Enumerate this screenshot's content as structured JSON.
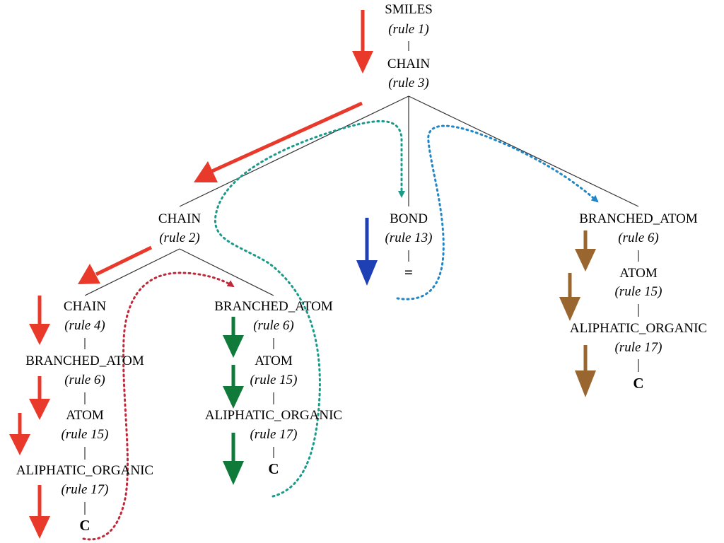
{
  "nodes": {
    "smiles": {
      "label": "SMILES",
      "rule": "(rule 1)"
    },
    "chain_root": {
      "label": "CHAIN",
      "rule": "(rule 3)"
    },
    "chain_mid": {
      "label": "CHAIN",
      "rule": "(rule 2)"
    },
    "bond": {
      "label": "BOND",
      "rule": "(rule 13)",
      "leaf": "="
    },
    "branched_right": {
      "label": "BRANCHED_ATOM",
      "rule": "(rule 6)"
    },
    "atom_right": {
      "label": "ATOM",
      "rule": "(rule 15)"
    },
    "aliph_right": {
      "label": "ALIPHATIC_ORGANIC",
      "rule": "(rule 17)",
      "leaf": "C"
    },
    "chain_left": {
      "label": "CHAIN",
      "rule": "(rule 4)"
    },
    "branched_left": {
      "label": "BRANCHED_ATOM",
      "rule": "(rule 6)"
    },
    "atom_left": {
      "label": "ATOM",
      "rule": "(rule 15)"
    },
    "aliph_left": {
      "label": "ALIPHATIC_ORGANIC",
      "rule": "(rule 17)",
      "leaf": "C"
    },
    "branched_center": {
      "label": "BRANCHED_ATOM",
      "rule": "(rule 6)"
    },
    "atom_center": {
      "label": "ATOM",
      "rule": "(rule 15)"
    },
    "aliph_center": {
      "label": "ALIPHATIC_ORGANIC",
      "rule": "(rule 17)",
      "leaf": "C"
    }
  },
  "colors": {
    "red": "#e8392b",
    "green": "#0f7a3a",
    "blue": "#1f3fb5",
    "brown": "#9a6630",
    "dot_red": "#c0283a",
    "dot_teal": "#1a9a8a",
    "dot_blue": "#1f86c8"
  }
}
